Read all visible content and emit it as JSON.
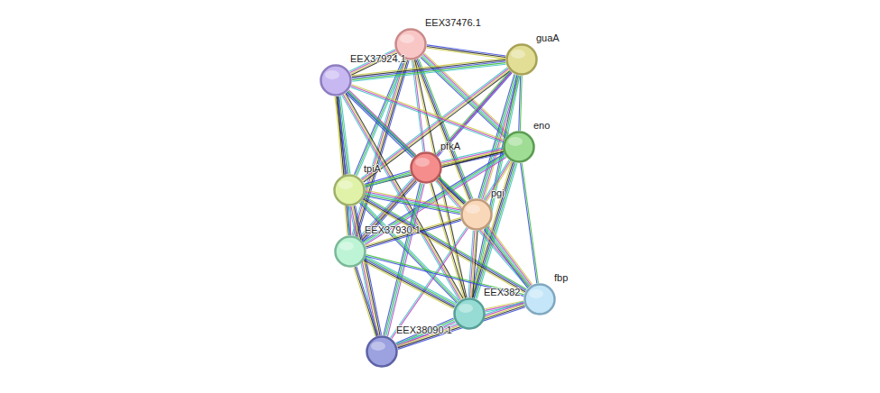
{
  "diagram": {
    "nodes": [
      {
        "text": [
          "EEX37476.1"
        ]
      },
      {
        "text": [
          "guaA"
        ]
      },
      {
        "text": [
          "EEX37924.1"
        ]
      },
      {
        "text": [
          "eno"
        ]
      },
      {
        "text": [
          "pfkA"
        ]
      },
      {
        "text": [
          "tpiA"
        ]
      },
      {
        "text": [
          "pgi"
        ]
      },
      {
        "text": [
          "EEX37930.1"
        ]
      },
      {
        "text": [
          "EEX382"
        ]
      },
      {
        "text": [
          "fbp"
        ]
      },
      {
        "text": [
          "EEX38090.1"
        ]
      }
    ],
    "edges": [
      {
        "from": 0,
        "to": 1,
        "arrow": "none"
      },
      {
        "from": 0,
        "to": 2,
        "arrow": "none"
      },
      {
        "from": 0,
        "to": 3,
        "arrow": "none"
      },
      {
        "from": 0,
        "to": 4,
        "arrow": "none"
      },
      {
        "from": 0,
        "to": 5,
        "arrow": "none"
      },
      {
        "from": 0,
        "to": 6,
        "arrow": "none"
      },
      {
        "from": 0,
        "to": 7,
        "arrow": "none"
      },
      {
        "from": 0,
        "to": 8,
        "arrow": "none"
      },
      {
        "from": 1,
        "to": 2,
        "arrow": "none"
      },
      {
        "from": 1,
        "to": 3,
        "arrow": "none"
      },
      {
        "from": 1,
        "to": 4,
        "arrow": "none"
      },
      {
        "from": 1,
        "to": 5,
        "arrow": "none"
      },
      {
        "from": 1,
        "to": 6,
        "arrow": "none"
      },
      {
        "from": 1,
        "to": 7,
        "arrow": "none"
      },
      {
        "from": 1,
        "to": 8,
        "arrow": "none"
      },
      {
        "from": 2,
        "to": 3,
        "arrow": "none"
      },
      {
        "from": 2,
        "to": 4,
        "arrow": "none"
      },
      {
        "from": 2,
        "to": 5,
        "arrow": "none"
      },
      {
        "from": 2,
        "to": 6,
        "arrow": "none"
      },
      {
        "from": 2,
        "to": 7,
        "arrow": "none"
      },
      {
        "from": 2,
        "to": 8,
        "arrow": "none"
      },
      {
        "from": 3,
        "to": 4,
        "arrow": "none"
      },
      {
        "from": 3,
        "to": 5,
        "arrow": "none"
      },
      {
        "from": 3,
        "to": 6,
        "arrow": "none"
      },
      {
        "from": 3,
        "to": 7,
        "arrow": "none"
      },
      {
        "from": 3,
        "to": 8,
        "arrow": "none"
      },
      {
        "from": 3,
        "to": 9,
        "arrow": "none"
      },
      {
        "from": 4,
        "to": 5,
        "arrow": "none"
      },
      {
        "from": 4,
        "to": 6,
        "arrow": "none"
      },
      {
        "from": 4,
        "to": 7,
        "arrow": "none"
      },
      {
        "from": 4,
        "to": 8,
        "arrow": "none"
      },
      {
        "from": 4,
        "to": 9,
        "arrow": "none"
      },
      {
        "from": 4,
        "to": 10,
        "arrow": "none"
      },
      {
        "from": 5,
        "to": 6,
        "arrow": "none"
      },
      {
        "from": 5,
        "to": 7,
        "arrow": "none"
      },
      {
        "from": 5,
        "to": 8,
        "arrow": "none"
      },
      {
        "from": 5,
        "to": 9,
        "arrow": "none"
      },
      {
        "from": 5,
        "to": 10,
        "arrow": "none"
      },
      {
        "from": 6,
        "to": 7,
        "arrow": "none"
      },
      {
        "from": 6,
        "to": 8,
        "arrow": "none"
      },
      {
        "from": 6,
        "to": 9,
        "arrow": "none"
      },
      {
        "from": 6,
        "to": 10,
        "arrow": "none"
      },
      {
        "from": 7,
        "to": 8,
        "arrow": "none"
      },
      {
        "from": 7,
        "to": 9,
        "arrow": "none"
      },
      {
        "from": 7,
        "to": 10,
        "arrow": "none"
      },
      {
        "from": 8,
        "to": 9,
        "arrow": "none"
      },
      {
        "from": 8,
        "to": 10,
        "arrow": "none"
      },
      {
        "from": 9,
        "to": 10,
        "arrow": "none"
      }
    ]
  }
}
